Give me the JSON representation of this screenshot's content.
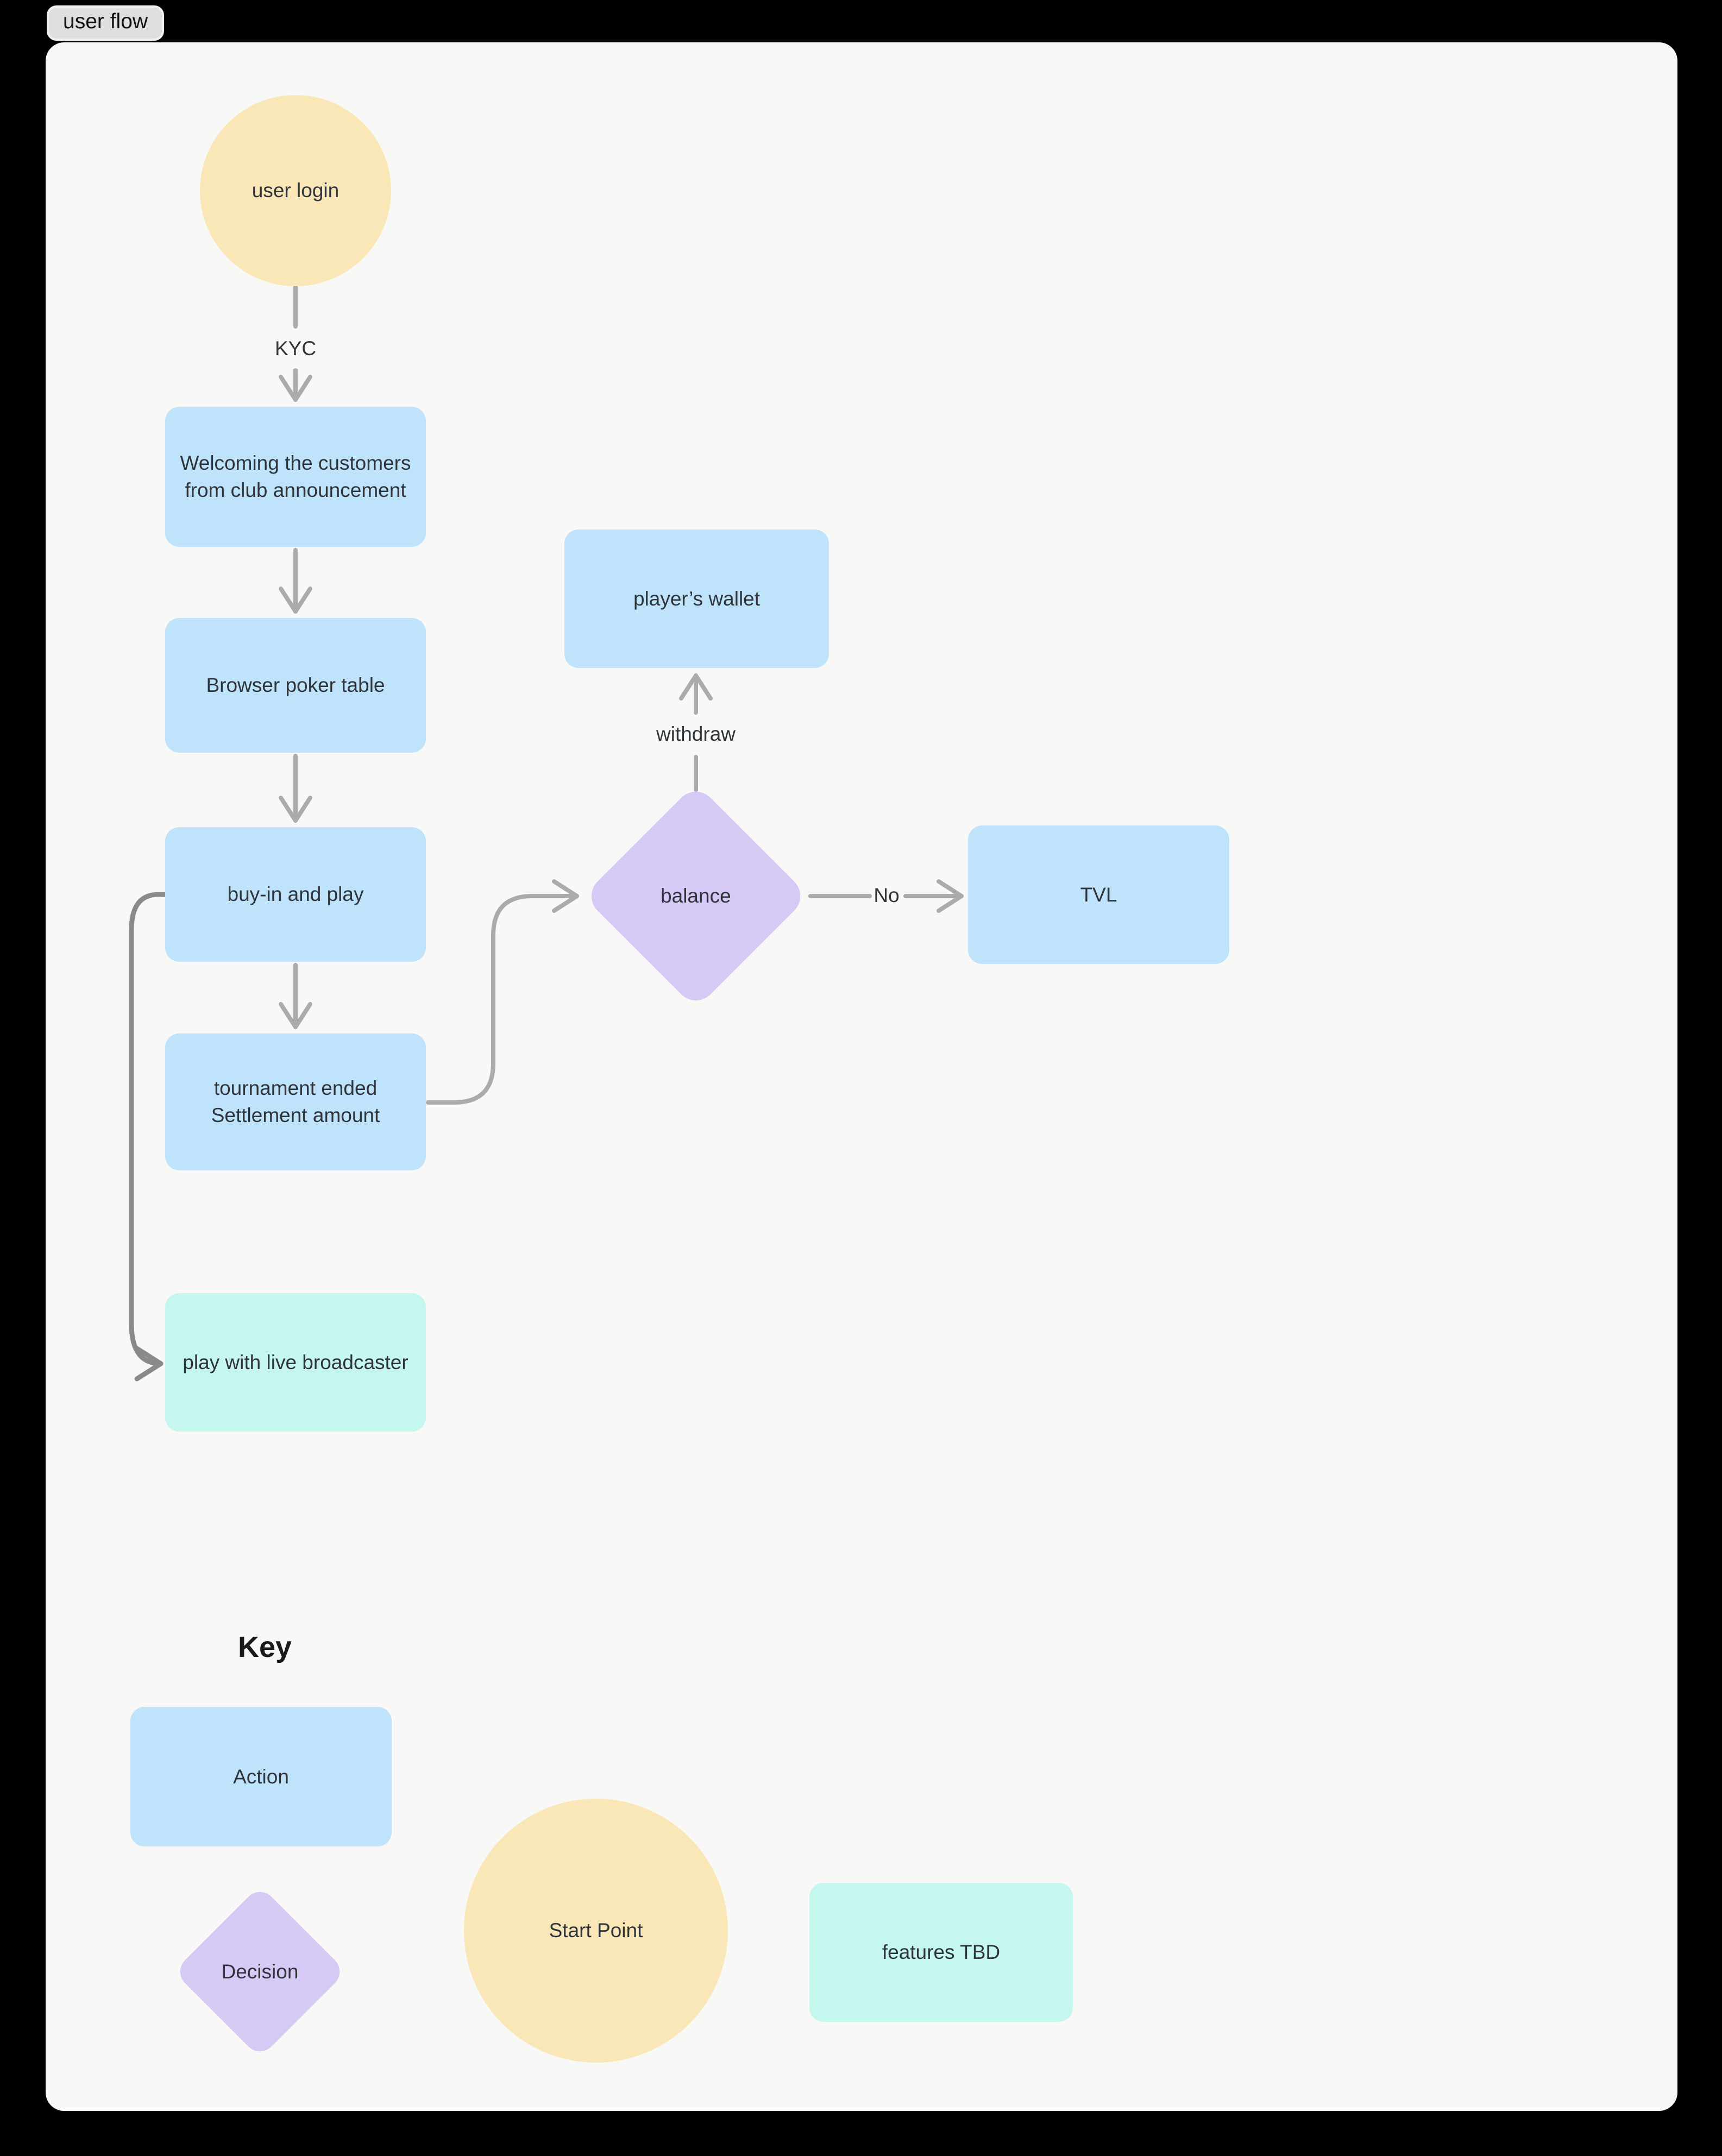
{
  "tab": {
    "label": "user flow"
  },
  "diagram": {
    "nodes": {
      "user_login": {
        "label": "user login"
      },
      "welcome": {
        "line1": "Welcoming the customers",
        "line2": "from club announcement"
      },
      "browser": {
        "label": "Browser poker table"
      },
      "buyin": {
        "label": "buy-in and play"
      },
      "tournament": {
        "line1": "tournament ended",
        "line2": "Settlement amount"
      },
      "wallet": {
        "label": "player’s wallet"
      },
      "balance": {
        "label": "balance"
      },
      "tvl": {
        "label": "TVL"
      },
      "broadcaster": {
        "label": "play with live broadcaster"
      }
    },
    "edge_labels": {
      "kyc": "KYC",
      "withdraw": "withdraw",
      "no": "No"
    }
  },
  "key": {
    "title": "Key",
    "action": "Action",
    "decision": "Decision",
    "start_point": "Start Point",
    "features": "features TBD"
  },
  "colors": {
    "background": "#000000",
    "canvas": "#F8F8F7",
    "action_fill": "#BEE3FB",
    "decision_fill": "#D6C9F5",
    "start_fill": "#FAE7B8",
    "feature_fill": "#C6F7EE",
    "edge": "#ABABAB",
    "edge_dark": "#8A8A8A",
    "text": "#2F343A"
  }
}
